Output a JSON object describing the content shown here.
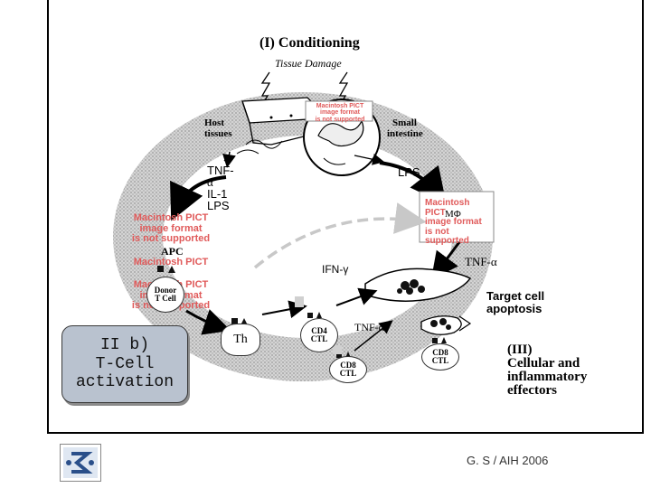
{
  "title": "(I) Conditioning",
  "tissue_damage": "Tissue Damage",
  "host_tissues": [
    "Host",
    "tissues"
  ],
  "small_intestine": [
    "Small",
    "intestine"
  ],
  "tnf_il1_lps": [
    "TNF-",
    "α",
    "IL-1",
    "LPS"
  ],
  "lps": "LPS",
  "mphi": "MΦ",
  "apc": "APC",
  "ifn_gamma": "IFN-γ",
  "tnf_alpha_right": "TNF-α",
  "tnf_alpha_mid": "TNF-α",
  "donor_tcell": [
    "Donor",
    "T Cell"
  ],
  "th": "Th",
  "cd4_ctl": [
    "CD4",
    "CTL"
  ],
  "cd8_ctl_mid": [
    "CD8",
    "CTL"
  ],
  "cd8_ctl_right": [
    "CD8",
    "CTL"
  ],
  "target_cell_apoptosis": [
    "Target cell",
    "apoptosis"
  ],
  "tcell_activation": [
    "II b)",
    "T-Cell",
    "activation"
  ],
  "effectors": [
    "(III)",
    "Cellular and",
    "inflammatory",
    "effectors"
  ],
  "pict_placeholder": [
    "Macintosh PICT",
    "image format",
    "is not supported"
  ],
  "footer": "G. S / AIH 2006",
  "colors": {
    "placeholder_red": "#e05a5a",
    "box_fill": "#b9c2cf",
    "ring_gray": "#c8c8c8"
  }
}
